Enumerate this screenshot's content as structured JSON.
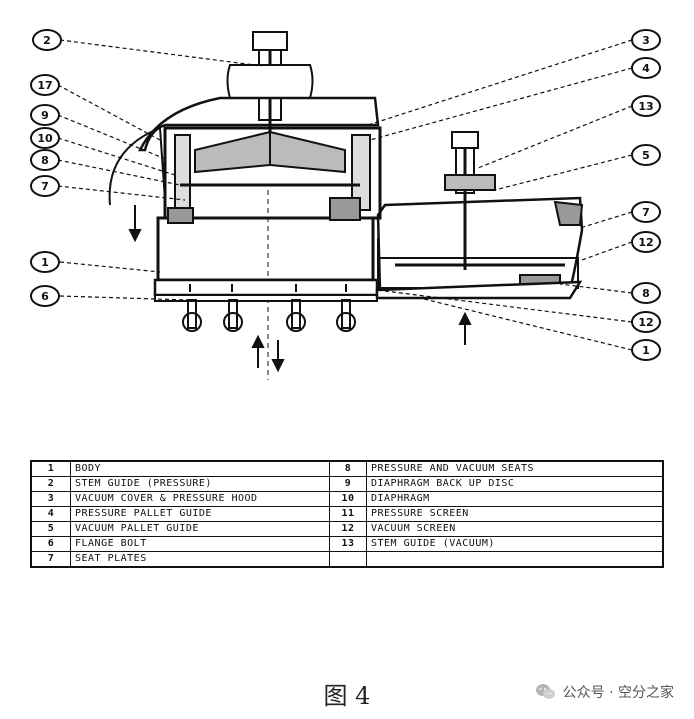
{
  "callouts": [
    {
      "id": "c2",
      "label": "2"
    },
    {
      "id": "c17",
      "label": "17"
    },
    {
      "id": "c9",
      "label": "9"
    },
    {
      "id": "c10",
      "label": "10"
    },
    {
      "id": "c8",
      "label": "8"
    },
    {
      "id": "c7l",
      "label": "7"
    },
    {
      "id": "c1",
      "label": "1"
    },
    {
      "id": "c6",
      "label": "6"
    },
    {
      "id": "c3",
      "label": "3"
    },
    {
      "id": "c4",
      "label": "4"
    },
    {
      "id": "c13",
      "label": "13"
    },
    {
      "id": "c5",
      "label": "5"
    },
    {
      "id": "c7r",
      "label": "7"
    },
    {
      "id": "c12a",
      "label": "12"
    },
    {
      "id": "c8r",
      "label": "8"
    },
    {
      "id": "c12b",
      "label": "12"
    },
    {
      "id": "c1r",
      "label": "1"
    }
  ],
  "parts_table": {
    "rows": [
      {
        "n1": "1",
        "d1": "BODY",
        "n2": "8",
        "d2": "PRESSURE AND VACUUM SEATS"
      },
      {
        "n1": "2",
        "d1": "STEM GUIDE (PRESSURE)",
        "n2": "9",
        "d2": "DIAPHRAGM BACK UP DISC"
      },
      {
        "n1": "3",
        "d1": "VACUUM COVER & PRESSURE HOOD",
        "n2": "10",
        "d2": "DIAPHRAGM"
      },
      {
        "n1": "4",
        "d1": "PRESSURE PALLET GUIDE",
        "n2": "11",
        "d2": "PRESSURE SCREEN"
      },
      {
        "n1": "5",
        "d1": "VACUUM PALLET GUIDE",
        "n2": "12",
        "d2": "VACUUM SCREEN"
      },
      {
        "n1": "6",
        "d1": "FLANGE BOLT",
        "n2": "13",
        "d2": "STEM GUIDE (VACUUM)"
      },
      {
        "n1": "7",
        "d1": "SEAT PLATES",
        "n2": "",
        "d2": ""
      }
    ]
  },
  "caption": "图 4",
  "watermark": "公众号 · 空分之家",
  "icons": {
    "watermark": "wechat-icon"
  }
}
